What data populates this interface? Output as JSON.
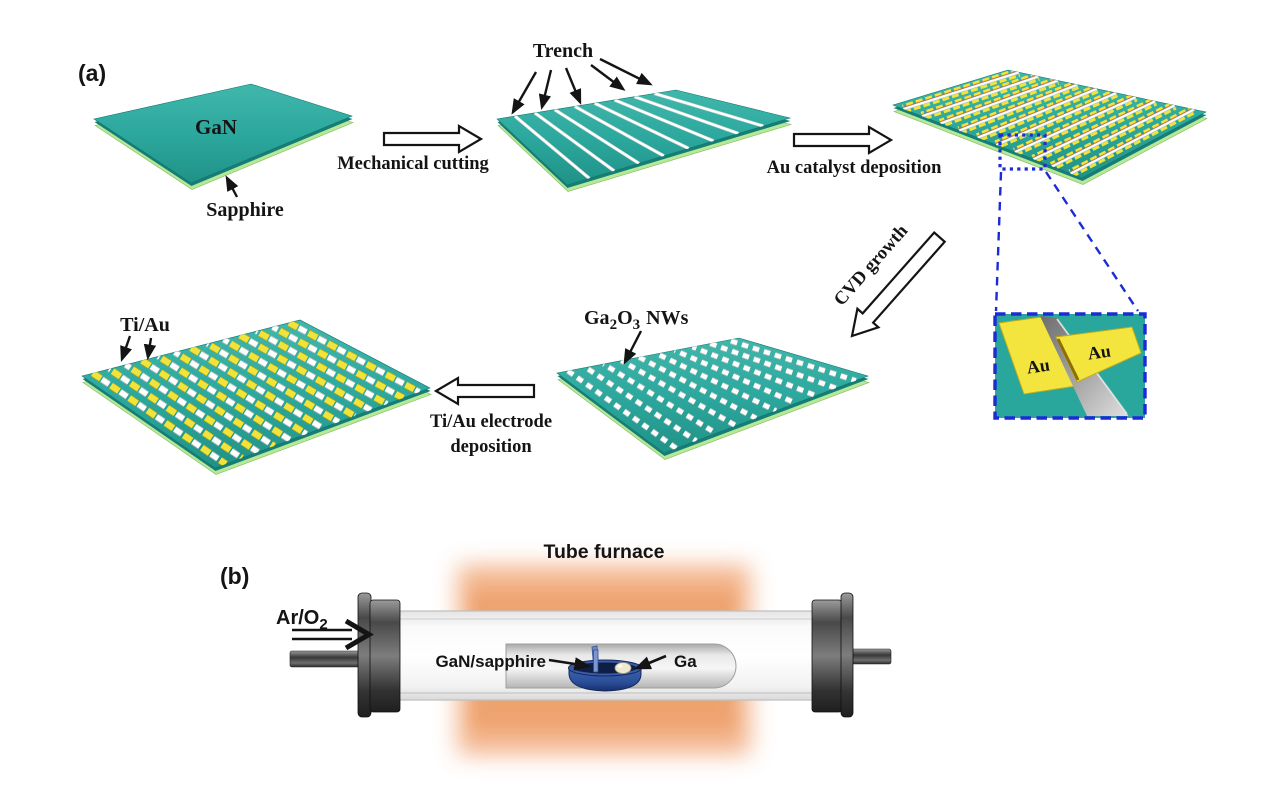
{
  "figure": {
    "panel_a": {
      "tag": "(a)",
      "substrate_top_label": "GaN",
      "substrate_bottom_label": "Sapphire",
      "step1_label": "Mechanical cutting",
      "trench_label": "Trench",
      "step2_label": "Au catalyst deposition",
      "cvd_label": "CVD growth",
      "nw_label": {
        "p1": "Ga",
        "sub1": "2",
        "p2": "O",
        "sub2": "3",
        "p3": "NWs"
      },
      "step4_line1": "Ti/Au electrode",
      "step4_line2": "deposition",
      "electrode_label": "Ti/Au",
      "inset": {
        "au_left": "Au",
        "au_right": "Au"
      }
    },
    "panel_b": {
      "tag": "(b)",
      "title": "Tube furnace",
      "gas_label": {
        "main": "Ar/O",
        "sub": "2"
      },
      "sample_label": "GaN/sapphire",
      "source_label": "Ga"
    },
    "colors": {
      "substrate_teal": "#2ca89e",
      "sapphire_green": "#b5e897",
      "gold": "#f2e33c",
      "highlight_blue": "#1c2bd6",
      "furnace_glow": "#f1a87c",
      "boat_blue": "#2b4f9b"
    }
  }
}
